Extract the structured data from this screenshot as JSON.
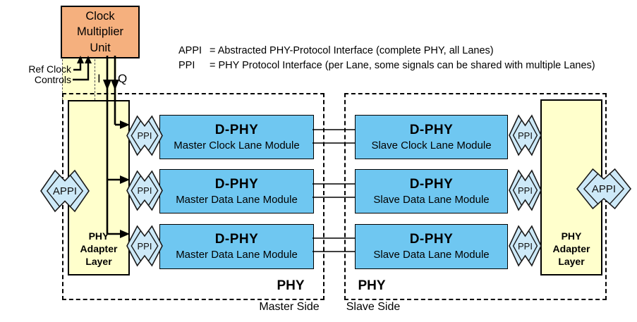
{
  "cmu": {
    "lines": [
      "Clock",
      "Multiplier",
      "Unit"
    ]
  },
  "signals": {
    "ref_clock": "Ref Clock",
    "controls": "Controls",
    "i": "I",
    "q": "Q"
  },
  "legend": {
    "items": [
      {
        "term": "APPI",
        "definition": "= Abstracted PHY-Protocol Interface (complete PHY, all Lanes)"
      },
      {
        "term": "PPI",
        "definition": "= PHY Protocol Interface (per Lane, some signals can be shared with multiple Lanes)"
      }
    ]
  },
  "labels": {
    "appi": "APPI",
    "ppi": "PPI"
  },
  "adapter": {
    "lines": [
      "PHY",
      "Adapter",
      "Layer"
    ]
  },
  "modules": {
    "master": [
      {
        "title": "D-PHY",
        "subtitle": "Master Clock Lane Module"
      },
      {
        "title": "D-PHY",
        "subtitle": "Master Data Lane Module"
      },
      {
        "title": "D-PHY",
        "subtitle": "Master Data Lane Module"
      }
    ],
    "slave": [
      {
        "title": "D-PHY",
        "subtitle": "Slave Clock Lane Module"
      },
      {
        "title": "D-PHY",
        "subtitle": "Slave Data Lane Module"
      },
      {
        "title": "D-PHY",
        "subtitle": "Slave Data Lane Module"
      }
    ]
  },
  "sides": {
    "master": {
      "phy": "PHY",
      "side": "Master Side"
    },
    "slave": {
      "phy": "PHY",
      "side": "Slave Side"
    }
  },
  "colors": {
    "cmu_fill": "#F5B07E",
    "module_fill": "#6FC7F1",
    "arrow_fill": "#CDE9F8",
    "panel_fill": "#FFFFCC"
  }
}
